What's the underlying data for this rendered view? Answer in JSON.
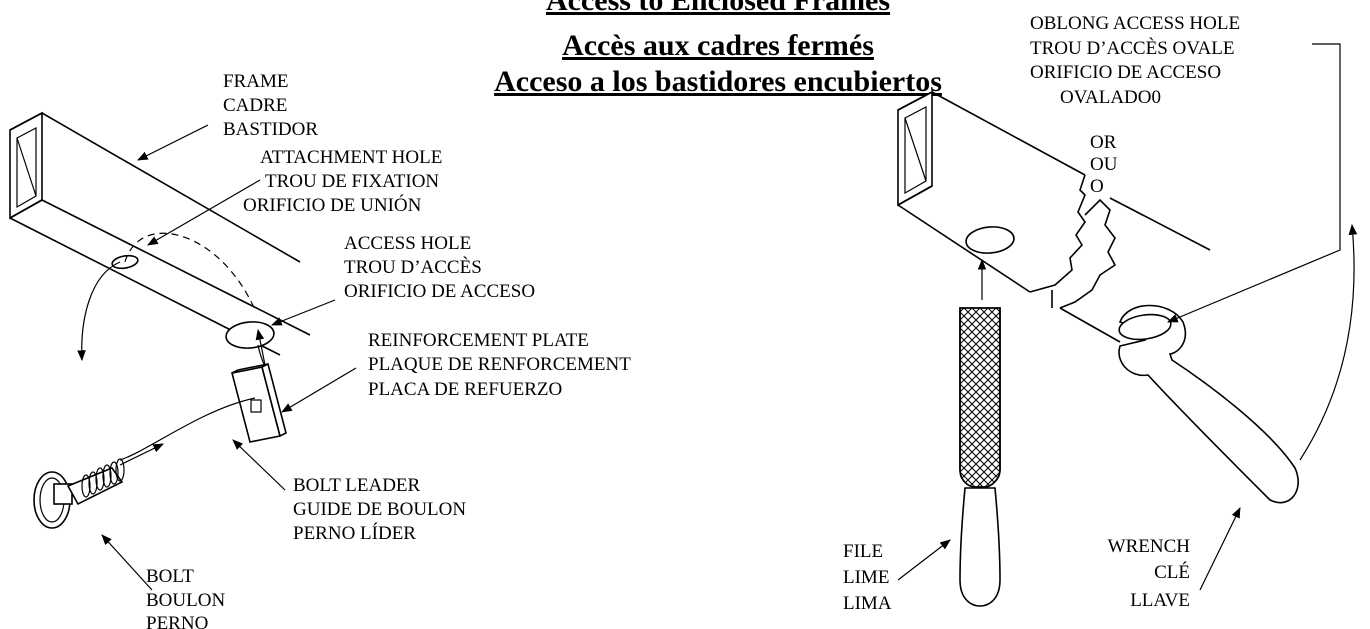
{
  "title": {
    "line1": "Access to Enclosed Frames",
    "line2": "Accès aux cadres fermés",
    "line3": "Acceso a los bastidores encubiertos"
  },
  "labels": {
    "frame": [
      "FRAME",
      "CADRE",
      "BASTIDOR"
    ],
    "attachment_hole": [
      "ATTACHMENT HOLE",
      "TROU DE FIXATION",
      "ORIFICIO DE UNIÓN"
    ],
    "access_hole": [
      "ACCESS HOLE",
      "TROU D’ACCÈS",
      "ORIFICIO DE ACCESO"
    ],
    "reinforcement_plate": [
      "REINFORCEMENT PLATE",
      "PLAQUE DE RENFORCEMENT",
      "PLACA DE REFUERZO"
    ],
    "bolt_leader": [
      "BOLT LEADER",
      "GUIDE DE BOULON",
      "PERNO LÍDER"
    ],
    "bolt": [
      "BOLT",
      "BOULON",
      "PERNO"
    ],
    "oblong_access_hole": [
      "OBLONG ACCESS HOLE",
      "TROU D’ACCÈS OVALE",
      "ORIFICIO DE ACCESO",
      "OVALADO0"
    ],
    "or": [
      "OR",
      "OU",
      "O"
    ],
    "file": [
      "FILE",
      "LIME",
      "LIMA"
    ],
    "wrench": [
      "WRENCH",
      "CLÉ",
      "LLAVE"
    ]
  }
}
